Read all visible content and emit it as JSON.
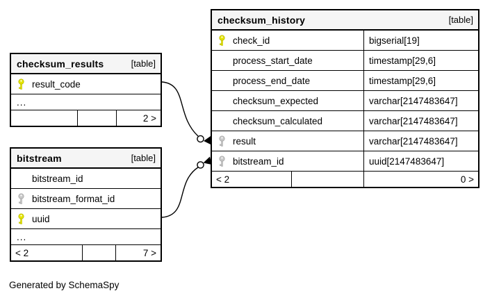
{
  "generated_note": "Generated by SchemaSpy",
  "colors": {
    "header_bg": "#f5f5f5",
    "border": "#000000",
    "primary_key": "#e5e500",
    "foreign_key": "#c8c8c8",
    "background": "#ffffff"
  },
  "tables": [
    {
      "name": "checksum_history",
      "tag": "[table]",
      "columns": [
        {
          "name": "check_id",
          "type": "bigserial[19]",
          "key": "primary-key"
        },
        {
          "name": "process_start_date",
          "type": "timestamp[29,6]",
          "key": "none"
        },
        {
          "name": "process_end_date",
          "type": "timestamp[29,6]",
          "key": "none"
        },
        {
          "name": "checksum_expected",
          "type": "varchar[2147483647]",
          "key": "none"
        },
        {
          "name": "checksum_calculated",
          "type": "varchar[2147483647]",
          "key": "none"
        },
        {
          "name": "result",
          "type": "varchar[2147483647]",
          "key": "foreign-key"
        },
        {
          "name": "bitstream_id",
          "type": "uuid[2147483647]",
          "key": "foreign-key"
        }
      ],
      "footer": {
        "left": "< 2",
        "middle": "",
        "right": "0 >"
      }
    },
    {
      "name": "checksum_results",
      "tag": "[table]",
      "columns": [
        {
          "name": "result_code",
          "key": "primary-key"
        }
      ],
      "ellipsis": "...",
      "footer": {
        "left": "",
        "middle": "",
        "right": "2 >"
      }
    },
    {
      "name": "bitstream",
      "tag": "[table]",
      "columns": [
        {
          "name": "bitstream_id",
          "key": "none"
        },
        {
          "name": "bitstream_format_id",
          "key": "foreign-key"
        },
        {
          "name": "uuid",
          "key": "primary-key"
        }
      ],
      "ellipsis": "...",
      "footer": {
        "left": "< 2",
        "middle": "",
        "right": "7 >"
      }
    }
  ],
  "relationships": [
    {
      "from": "checksum_results.result_code",
      "to": "checksum_history.result"
    },
    {
      "from": "bitstream.uuid",
      "to": "checksum_history.bitstream_id"
    }
  ]
}
